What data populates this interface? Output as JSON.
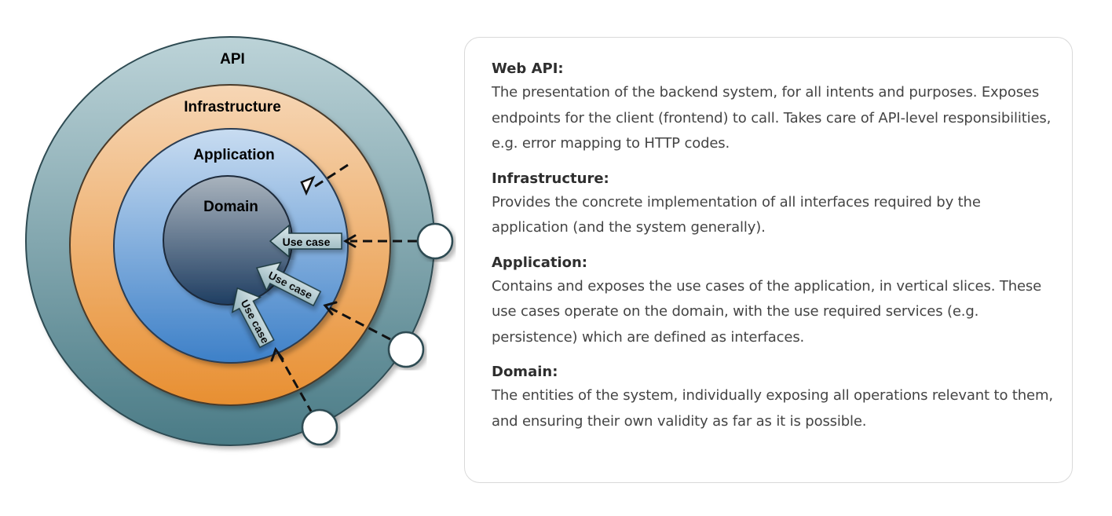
{
  "diagram": {
    "rings": {
      "api": "API",
      "infrastructure": "Infrastructure",
      "application": "Application",
      "domain": "Domain"
    },
    "use_cases": [
      "Use case",
      "Use case",
      "Use case"
    ],
    "colors": {
      "api": "#5f8c95",
      "infrastructure": "#f0a04a",
      "application": "#5b93d0",
      "domain": "#3c5878"
    }
  },
  "panel": {
    "sections": [
      {
        "title": "Web API:",
        "body": "The presentation of the backend system, for all intents and purposes. Exposes endpoints for the client (frontend) to call. Takes care of API-level responsibilities, e.g. error mapping to HTTP codes."
      },
      {
        "title": "Infrastructure:",
        "body": "Provides the concrete implementation of all interfaces required by the application (and the system generally)."
      },
      {
        "title": "Application:",
        "body": "Contains and exposes the use cases of the application, in vertical slices. These use cases operate on the domain, with the use required services (e.g. persistence) which are defined as interfaces."
      },
      {
        "title": "Domain:",
        "body": "The entities of the system, individually exposing all operations relevant to them, and ensuring their own validity as far as it is possible."
      }
    ]
  }
}
